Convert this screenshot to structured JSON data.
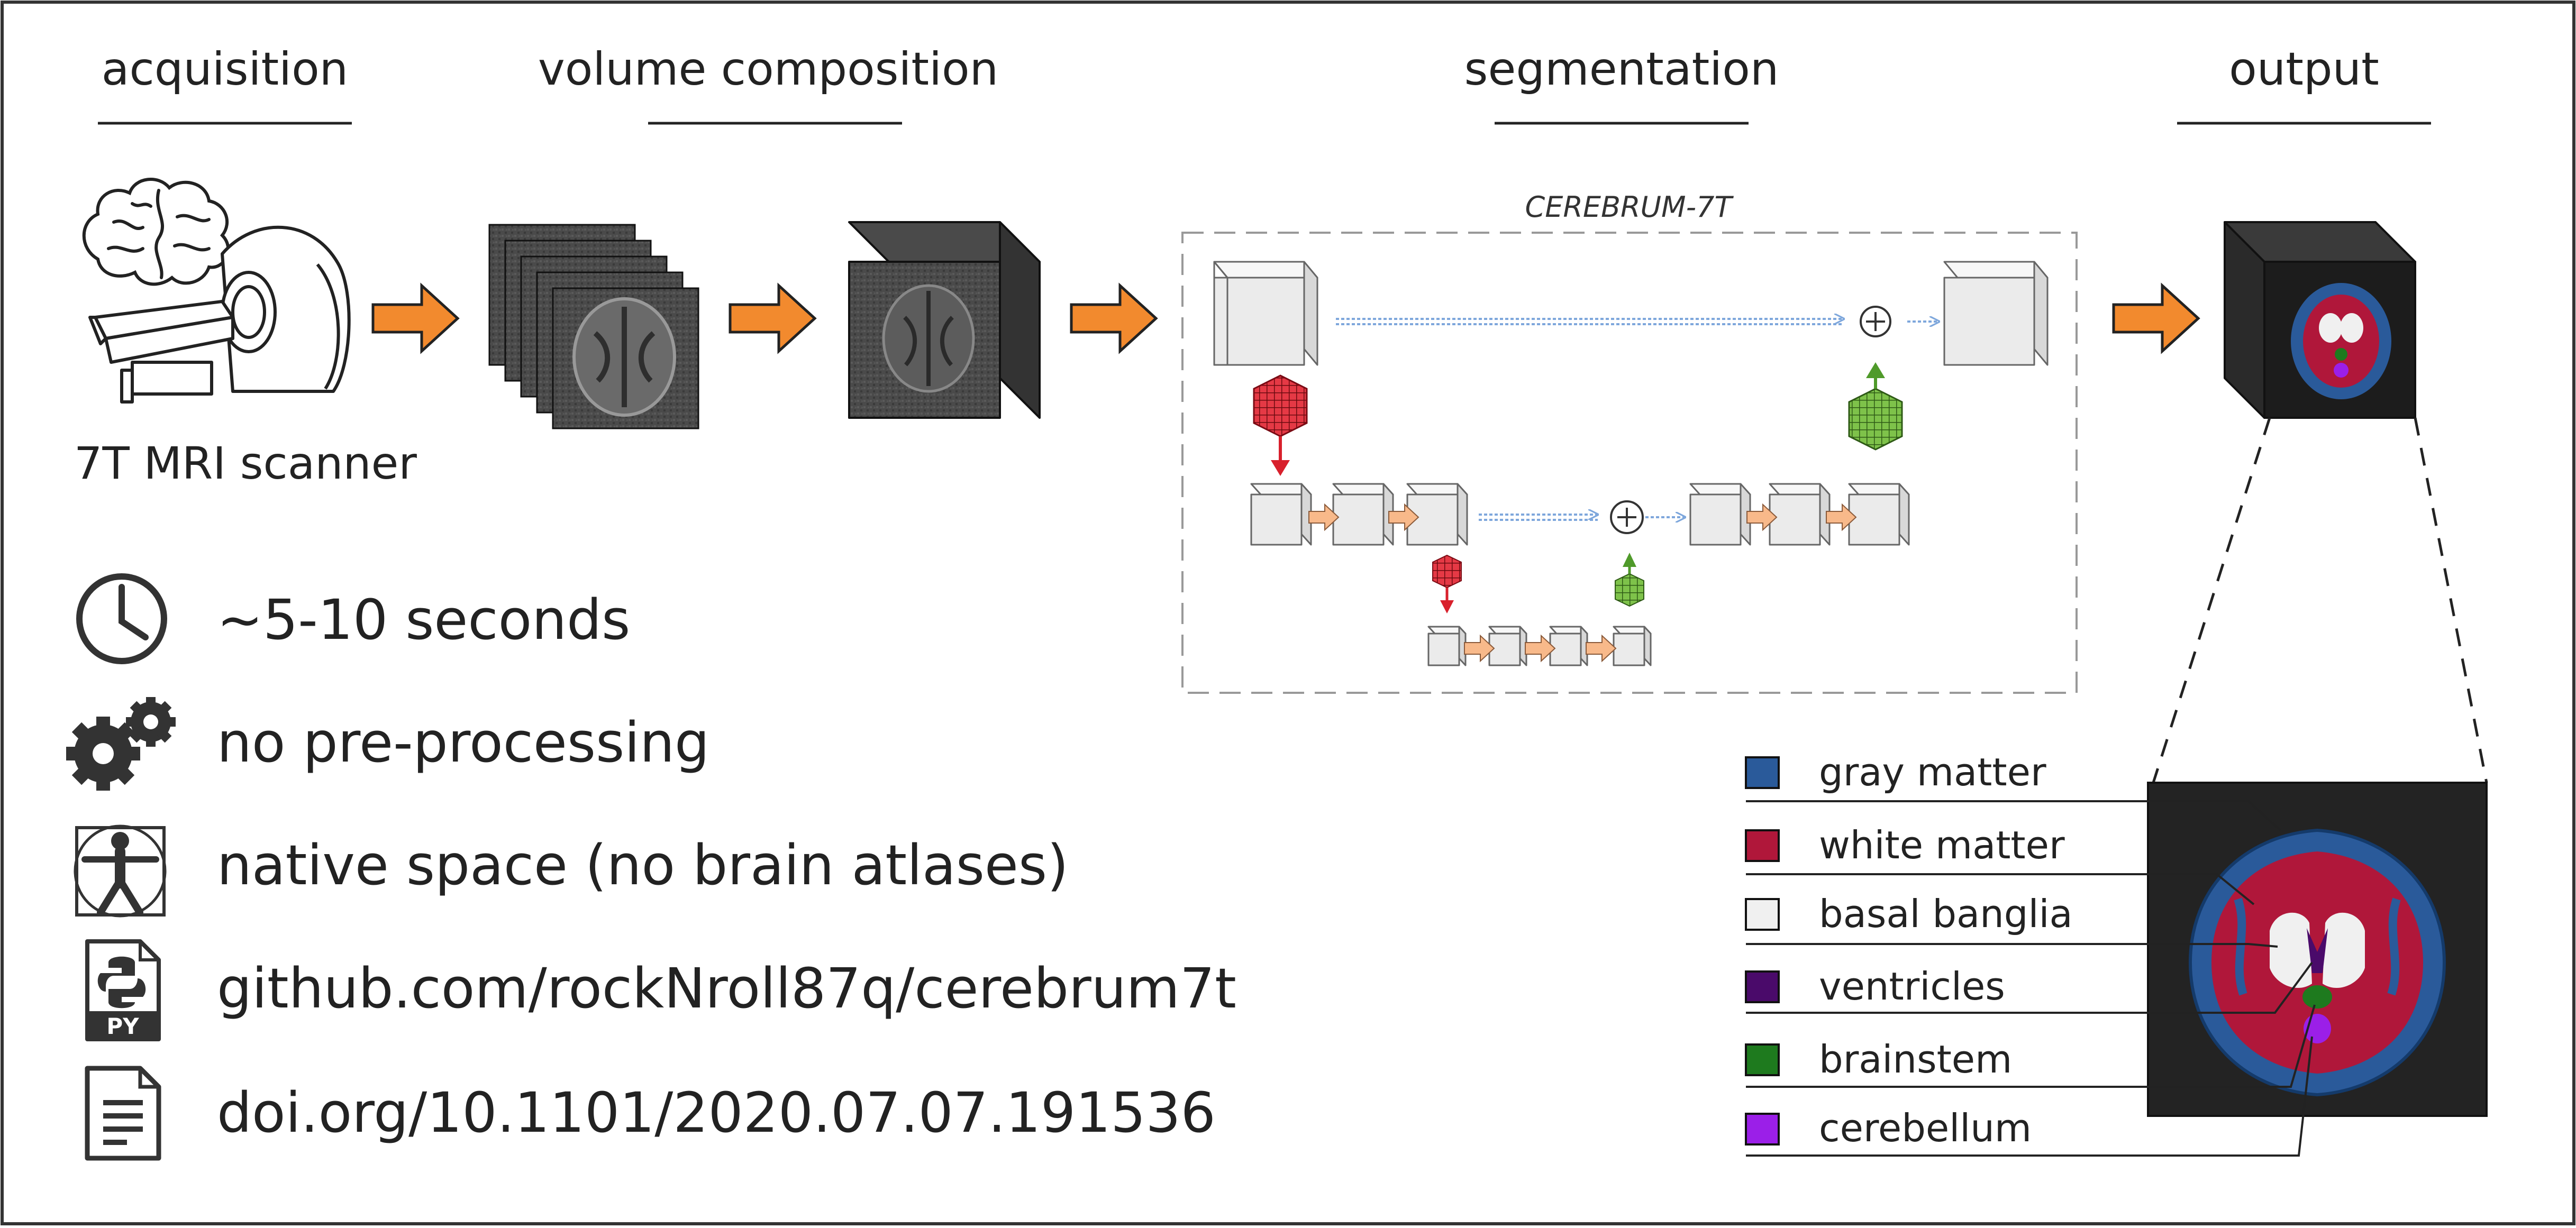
{
  "stages": {
    "acquisition": "acquisition",
    "volume_composition": "volume composition",
    "segmentation": "segmentation",
    "output": "output"
  },
  "scanner_label": "7T MRI scanner",
  "model_name": "CEREBRUM-7T",
  "features": [
    {
      "icon": "clock-icon",
      "text": "~5-10 seconds"
    },
    {
      "icon": "gears-icon",
      "text": "no pre-processing"
    },
    {
      "icon": "vitruvian-man-icon",
      "text": "native space (no brain atlases)"
    },
    {
      "icon": "python-file-icon",
      "text": "github.com/rockNroll87q/cerebrum7t",
      "icon_text": "PY"
    },
    {
      "icon": "document-icon",
      "text": "doi.org/10.1101/2020.07.07.191536"
    }
  ],
  "legend": [
    {
      "label": "gray matter",
      "color": "#2a5a9a"
    },
    {
      "label": "white matter",
      "color": "#b0173a"
    },
    {
      "label": "basal banglia",
      "color": "#f0f0f0"
    },
    {
      "label": "ventricles",
      "color": "#4a0a6a"
    },
    {
      "label": "brainstem",
      "color": "#1e7a1e"
    },
    {
      "label": "cerebellum",
      "color": "#9b1fe8"
    }
  ],
  "colors": {
    "arrow": "#f28a2e",
    "border": "#333333",
    "down_block": "#e53945",
    "up_block": "#7ec24a",
    "skip_line": "#7ea7dc",
    "dark_volume": "#2b2b2b"
  }
}
